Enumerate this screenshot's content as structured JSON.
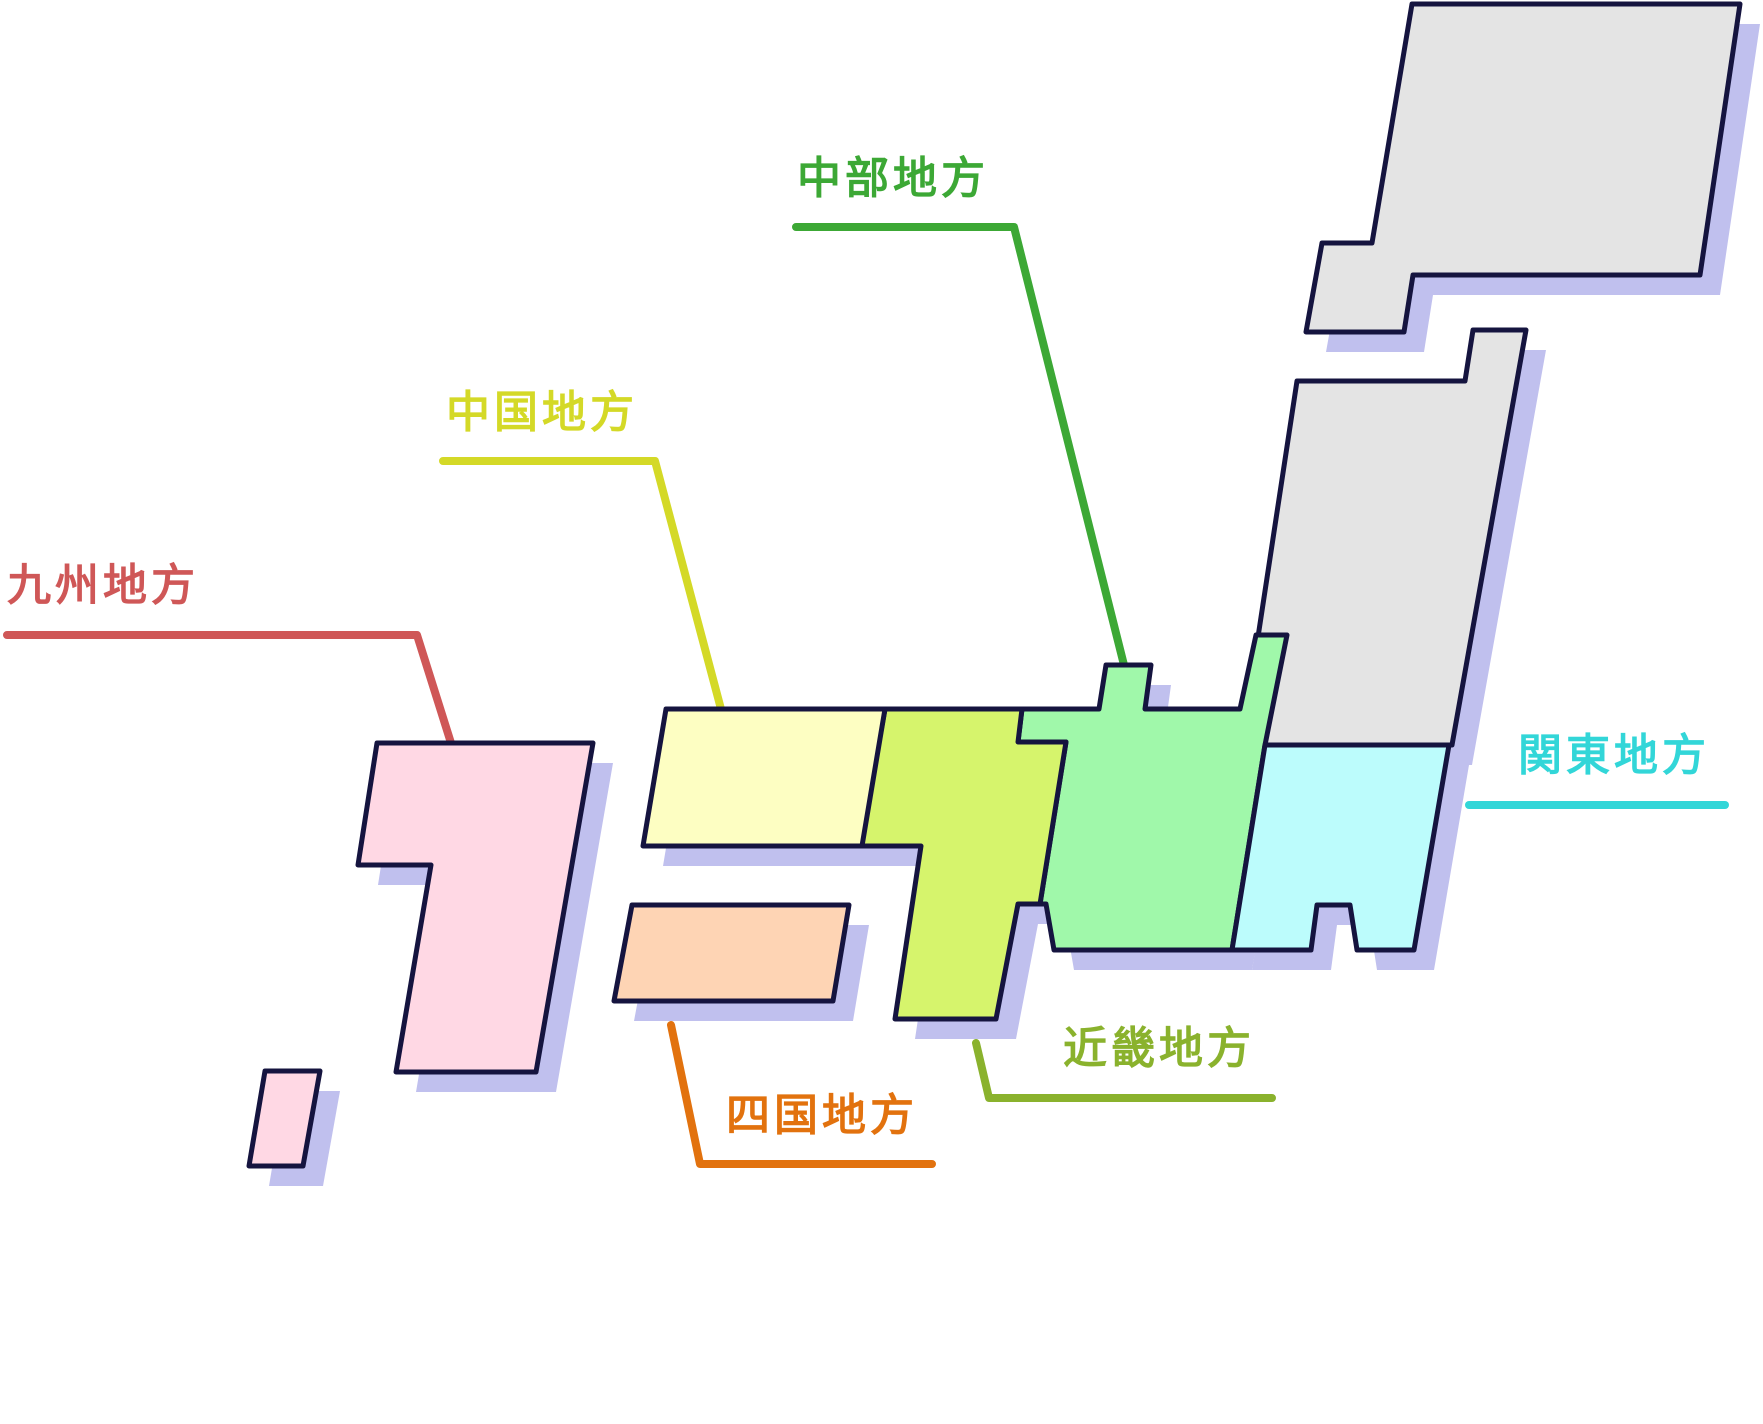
{
  "map": {
    "shadow_color": "#c0c0ee",
    "outline_color": "#15143f",
    "regions": [
      {
        "id": "kyushu",
        "label": "九州地方",
        "fill": "#ffd8e4",
        "label_color": "#cf5757"
      },
      {
        "id": "chugoku",
        "label": "中国地方",
        "fill": "#fdfec2",
        "label_color": "#d4d927"
      },
      {
        "id": "shikoku",
        "label": "四国地方",
        "fill": "#fed4b4",
        "label_color": "#e2720e"
      },
      {
        "id": "kinki",
        "label": "近畿地方",
        "fill": "#d6f46c",
        "label_color": "#8ab22d"
      },
      {
        "id": "chubu",
        "label": "中部地方",
        "fill": "#a0f8aa",
        "label_color": "#3ca835"
      },
      {
        "id": "kanto",
        "label": "関東地方",
        "fill": "#bcfcfc",
        "label_color": "#32d6d8"
      },
      {
        "id": "tohoku",
        "label": "",
        "fill": "#e4e4e4",
        "label_color": ""
      },
      {
        "id": "hokkaido",
        "label": "",
        "fill": "#e4e4e4",
        "label_color": ""
      }
    ]
  }
}
